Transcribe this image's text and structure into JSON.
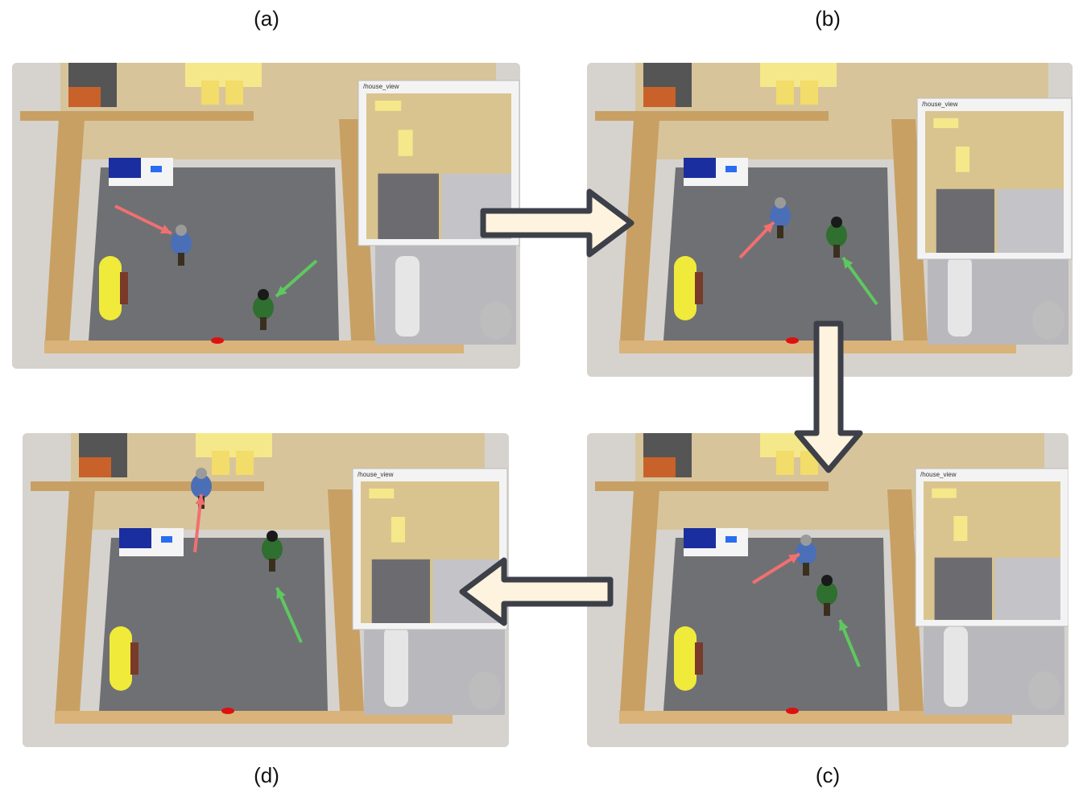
{
  "panels": [
    {
      "id": "a",
      "label": "(a)",
      "inset_title": "/house_view"
    },
    {
      "id": "b",
      "label": "(b)",
      "inset_title": "/house_view"
    },
    {
      "id": "c",
      "label": "(c)",
      "inset_title": "/house_view"
    },
    {
      "id": "d",
      "label": "(d)",
      "inset_title": "/house_view"
    }
  ],
  "colors": {
    "pointer_red": "#f07070",
    "pointer_green": "#5ec85e",
    "flow_arrow_fill": "#fdf3df",
    "flow_arrow_stroke": "#3d4048",
    "carpet": "#6f7074",
    "wall": "#c8a064",
    "floor_wood": "#d8c49a",
    "bath_floor": "#b9b9bd"
  },
  "icons": [
    "blue-person-icon",
    "green-person-icon",
    "yellow-sofa-icon",
    "tv-icon",
    "table-icon"
  ]
}
